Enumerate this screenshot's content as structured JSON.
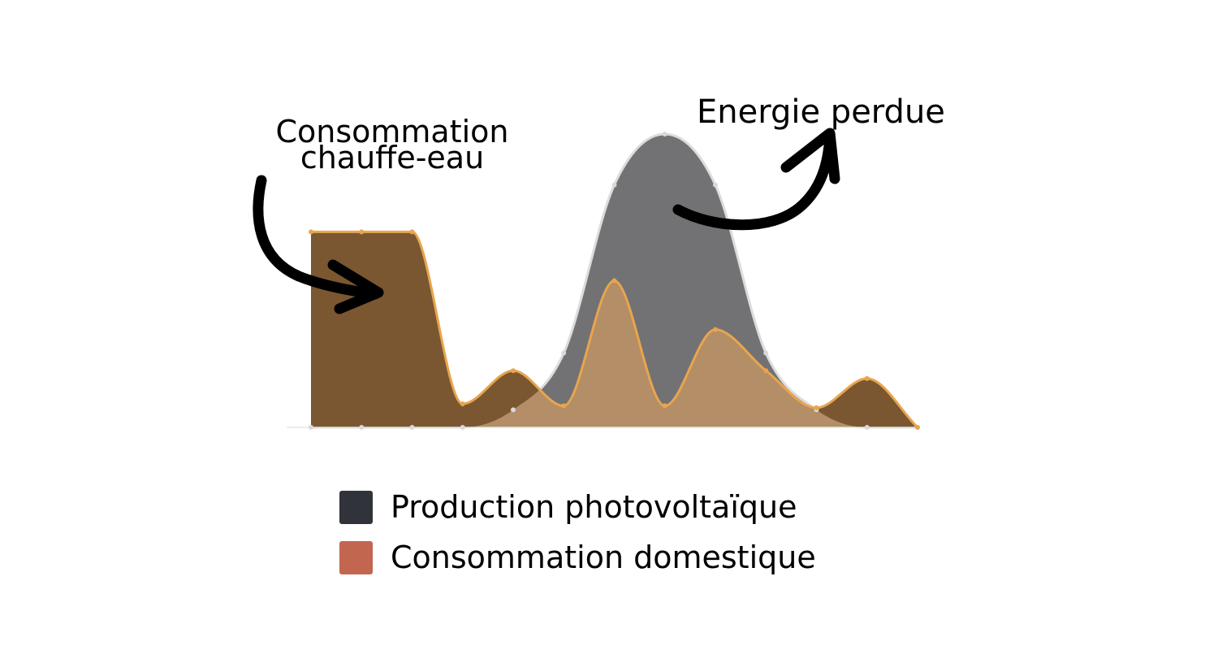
{
  "chart_data": {
    "type": "area",
    "x": [
      0,
      1,
      2,
      3,
      4,
      5,
      6,
      7,
      8,
      9,
      10,
      11,
      12
    ],
    "series": [
      {
        "name": "Production photovoltaïque",
        "values": [
          0,
          0,
          0,
          0,
          9,
          38,
          124,
          150,
          124,
          38,
          9,
          0,
          0
        ],
        "color": "#303339"
      },
      {
        "name": "Consommation domestique",
        "values": [
          100,
          100,
          100,
          12,
          29,
          11,
          75,
          11,
          50,
          29,
          10,
          25,
          0
        ],
        "color": "#c36650"
      }
    ],
    "annotations": [
      {
        "lines": [
          "Consommation",
          "chauffe-eau"
        ]
      },
      {
        "lines": [
          "Energie perdue"
        ]
      }
    ],
    "colors": {
      "production_fill": "#727274",
      "production_outline": "#dcdcdc",
      "consumption_fill": "#b38e66",
      "consumption_line": "#e8a54e",
      "overlap_fill": "#7a5731",
      "arrow": "#000000"
    }
  }
}
